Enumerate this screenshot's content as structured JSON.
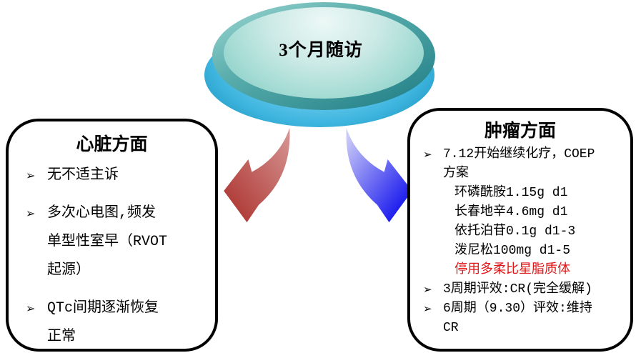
{
  "bubble": {
    "label": "3个月随访"
  },
  "glyphs": {
    "bullet": "➢"
  },
  "left_box": {
    "title": "心脏方面",
    "item1_line1": "无不适主诉",
    "item2_line1": "多次心电图,频发",
    "item2_line2": "单型性室早（RVOT",
    "item2_line3": "起源）",
    "item3_line1": "QTc间期逐渐恢复",
    "item3_line2": "正常"
  },
  "right_box": {
    "title": "肿瘤方面",
    "item1_line1": "7.12开始继续化疗，COEP",
    "item1_line2": "方案",
    "drug1": "环磷酰胺1.15g d1",
    "drug2": "长春地辛4.6mg d1",
    "drug3": "依托泊苷0.1g d1-3",
    "drug4": "泼尼松100mg d1-5",
    "stopped": "停用多柔比星脂质体",
    "item2": "3周期评效:CR(完全缓解)",
    "item3_line1": "6周期（9.30）评效:维持",
    "item3_line2": "CR"
  },
  "colors": {
    "warning_red": "#e01515",
    "arrow_red_light": "#d49290",
    "arrow_red_dark": "#b2403c",
    "arrow_blue_light": "#ccccf8",
    "arrow_blue_dark": "#2020ef",
    "bubble_face": "#bfe7e3",
    "bubble_rim": "#1d7c84",
    "bubble_under": "#45bde8"
  }
}
